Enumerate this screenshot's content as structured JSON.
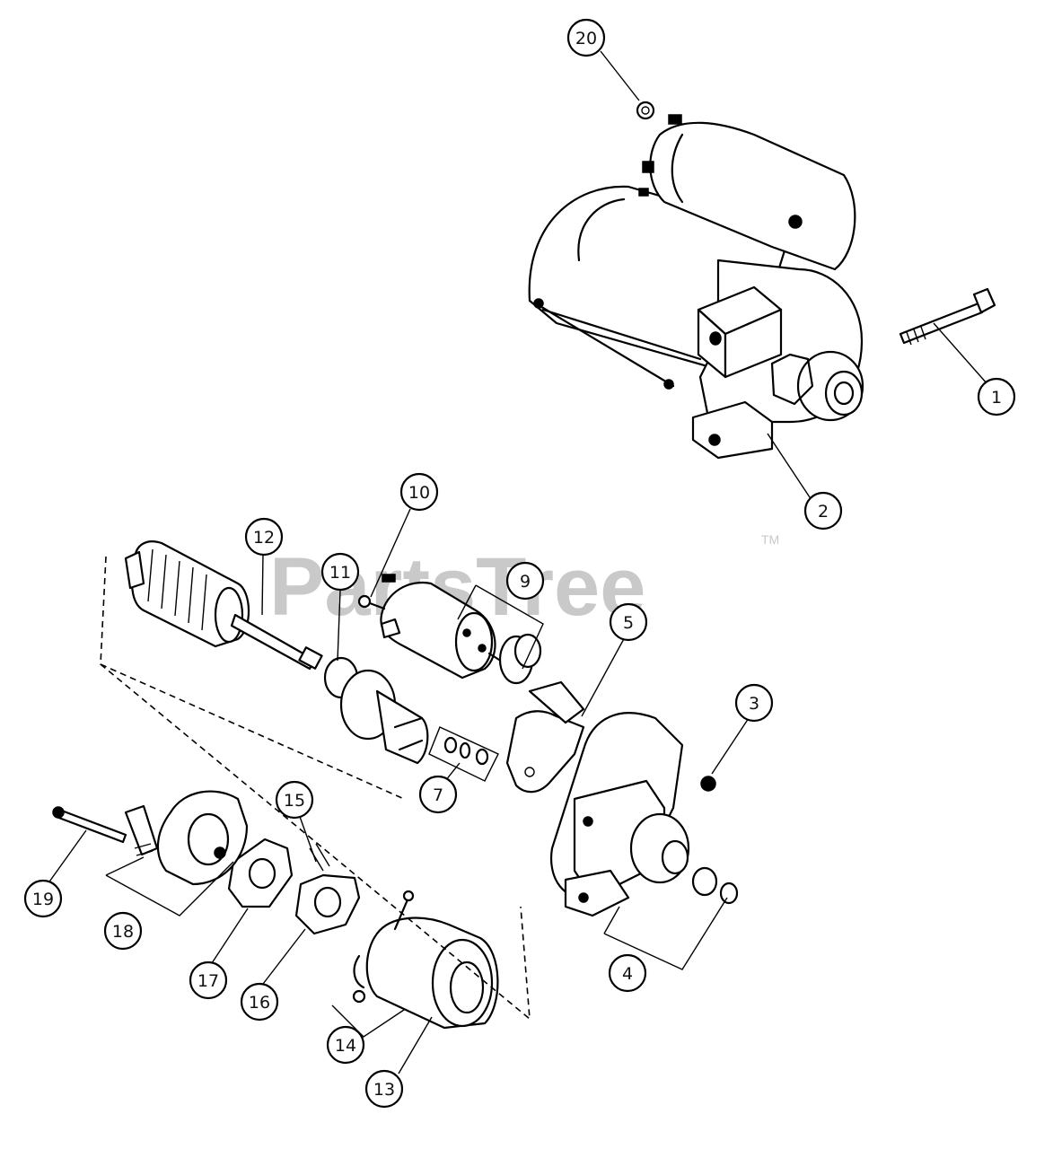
{
  "watermark": {
    "brand": "PartsTree",
    "trademark": "TM"
  },
  "callouts": [
    "1",
    "2",
    "3",
    "4",
    "5",
    "7",
    "9",
    "10",
    "11",
    "12",
    "13",
    "14",
    "15",
    "16",
    "17",
    "18",
    "19",
    "20"
  ]
}
